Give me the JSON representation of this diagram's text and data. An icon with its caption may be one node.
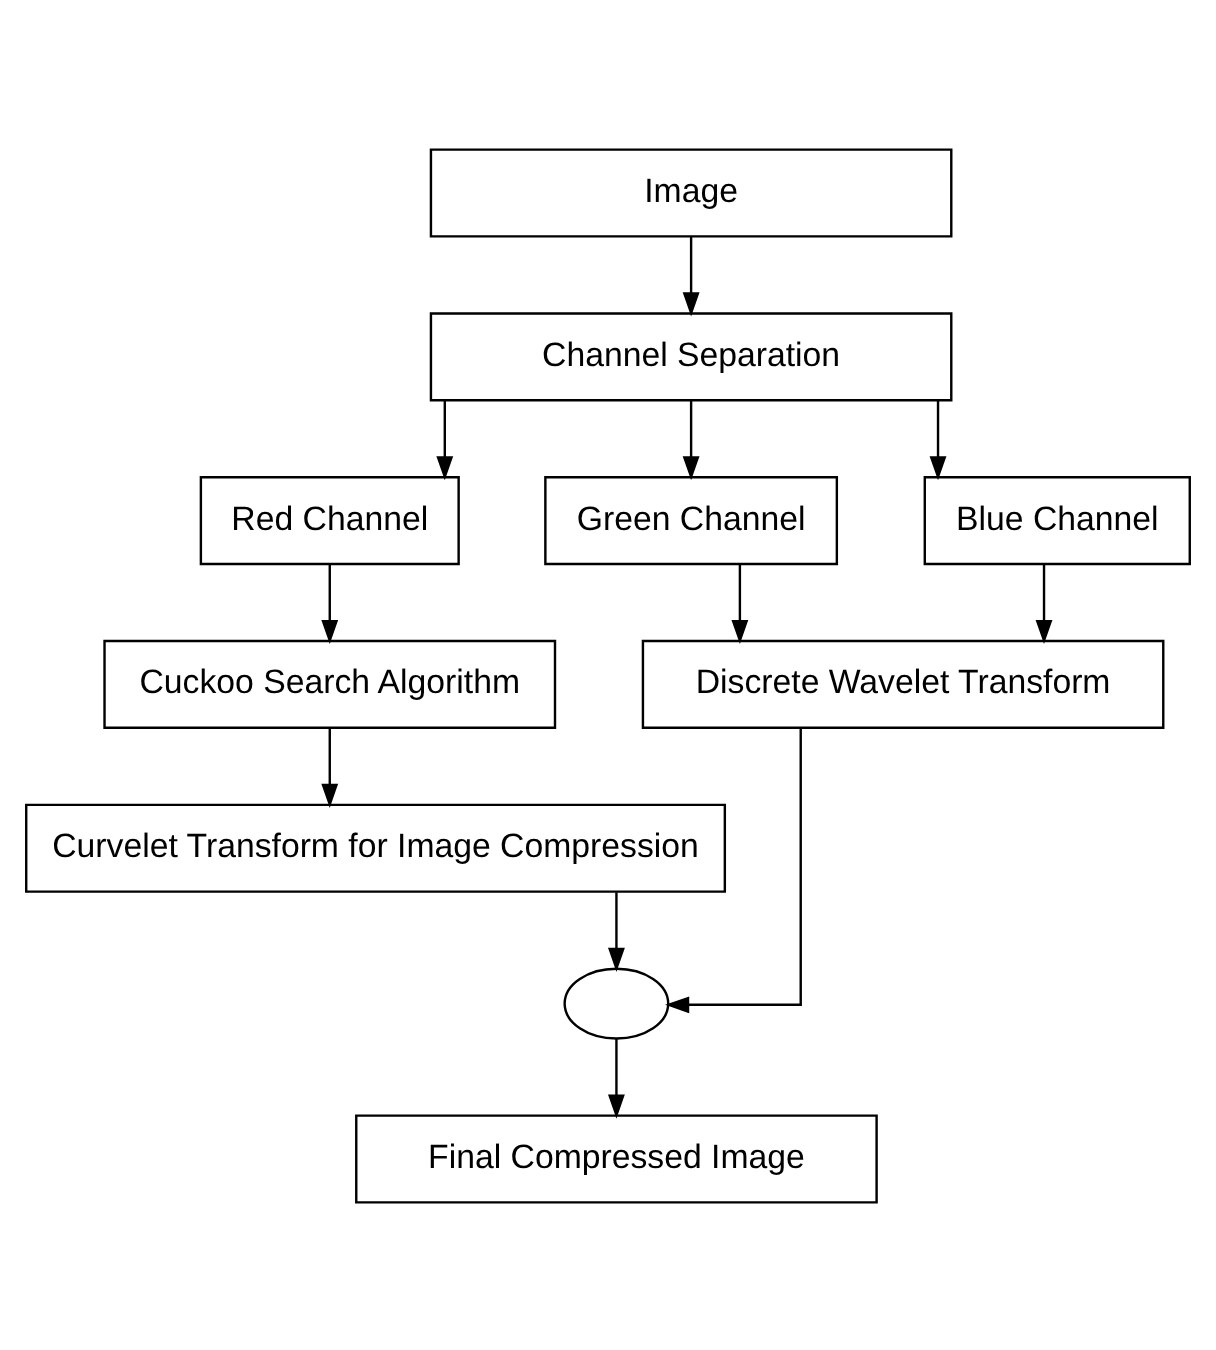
{
  "diagram": {
    "nodes": [
      {
        "text": [
          "Image"
        ]
      },
      {
        "text": [
          "Channel Separation"
        ]
      },
      {
        "text": [
          "Red Channel"
        ]
      },
      {
        "text": [
          "Green Channel"
        ]
      },
      {
        "text": [
          "Blue Channel"
        ]
      },
      {
        "text": [
          "Discrete Wavelet Transform"
        ]
      },
      {
        "text": [
          "Cuckoo Search Algorithm"
        ]
      },
      {
        "text": [
          "Curvelet Transform for Image Compression"
        ]
      },
      {
        "text": [],
        "shape": "circle"
      },
      {
        "text": [
          "Final Compressed Image"
        ]
      }
    ],
    "edges": [
      {
        "from": 0,
        "to": 1,
        "arrow": "to"
      },
      {
        "from": 1,
        "to": 2,
        "arrow": "to"
      },
      {
        "from": 1,
        "to": 3,
        "arrow": "to"
      },
      {
        "from": 1,
        "to": 4,
        "arrow": "to"
      },
      {
        "from": 3,
        "to": 5,
        "arrow": "to"
      },
      {
        "from": 4,
        "to": 5,
        "arrow": "to"
      },
      {
        "from": 2,
        "to": 6,
        "arrow": "to"
      },
      {
        "from": 6,
        "to": 7,
        "arrow": "to"
      },
      {
        "from": 7,
        "to": 8,
        "arrow": "to"
      },
      {
        "from": 5,
        "to": 8,
        "arrow": "to"
      },
      {
        "from": 8,
        "to": 9,
        "arrow": "to"
      }
    ]
  }
}
